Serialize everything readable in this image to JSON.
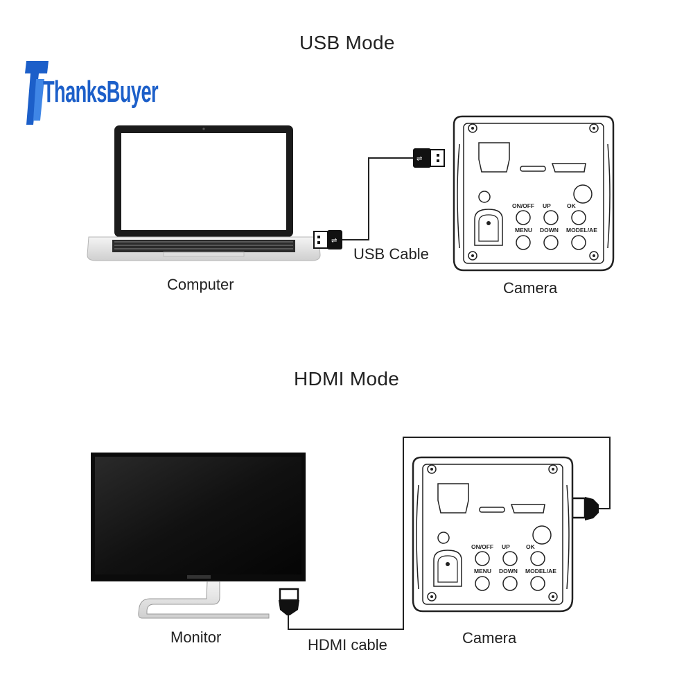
{
  "brand": {
    "name": "ThanksBuyer",
    "color": "#1c5fc9"
  },
  "usb_section": {
    "title": "USB Mode",
    "computer_label": "Computer",
    "cable_label": "USB Cable",
    "camera_label": "Camera"
  },
  "hdmi_section": {
    "title": "HDMI Mode",
    "monitor_label": "Monitor",
    "cable_label": "HDMI cable",
    "camera_label": "Camera"
  },
  "camera_buttons": {
    "on_off": "ON/OFF",
    "up": "UP",
    "ok": "OK",
    "menu": "MENU",
    "down": "DOWN",
    "model_ae": "MODEL/AE"
  }
}
